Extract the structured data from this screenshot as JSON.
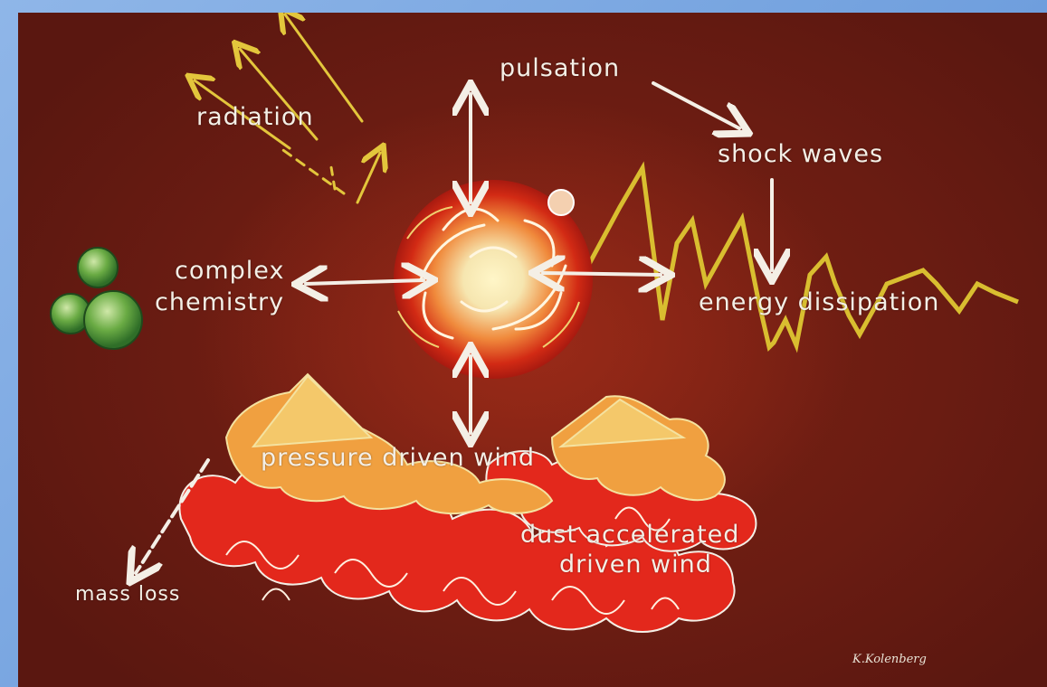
{
  "labels": {
    "radiation": "radiation",
    "pulsation": "pulsation",
    "shock_waves": "shock waves",
    "complex": "complex",
    "chemistry": "chemistry",
    "energy_dissipation": "energy dissipation",
    "pressure_driven_wind": "pressure driven wind",
    "dust_accelerated": "dust accelerated",
    "driven_wind": "driven wind",
    "mass_loss": "mass loss"
  },
  "signature": "K.Kolenberg",
  "colors": {
    "background": "#6a1c12",
    "label": "#f4efe6",
    "arrow_white": "#f4efe6",
    "arrow_yellow": "#e3c63c",
    "zigzag": "#d9be30",
    "dust_red": "#e3281c",
    "flame_orange": "#f0a040",
    "molecule_green": "#4e9a3c",
    "frame": "#5a8fd6"
  },
  "icons": [
    "star-burst",
    "molecule-spheres",
    "radiation-arrows",
    "zigzag-waves",
    "flame-clouds"
  ]
}
